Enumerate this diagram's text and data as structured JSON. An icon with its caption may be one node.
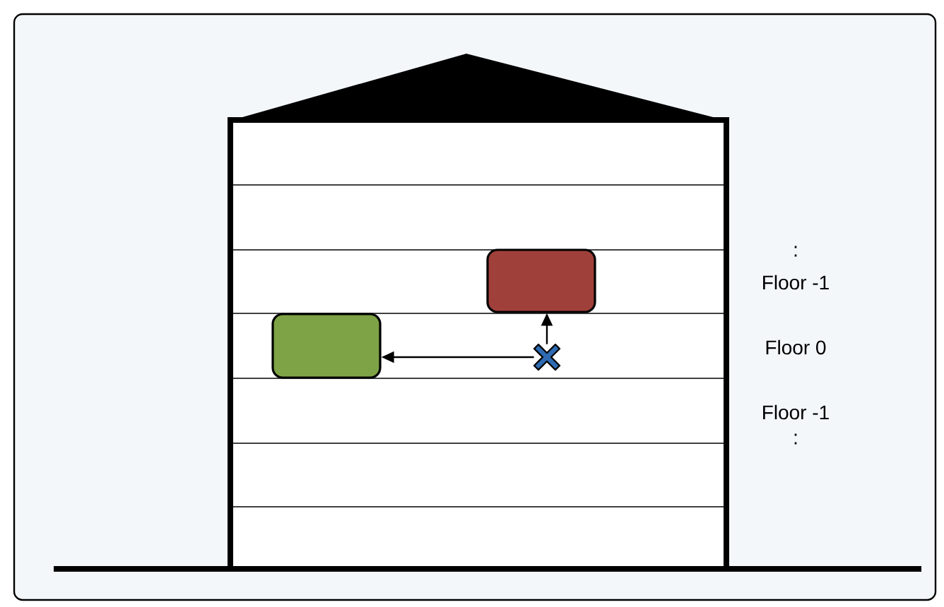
{
  "diagram": {
    "nodes": [
      {
        "text": [],
        "shape": "box"
      },
      {
        "text": [],
        "shape": "box"
      },
      {
        "text": [],
        "shape": "cross"
      }
    ],
    "edges": [
      {
        "from": 2,
        "to": 1,
        "arrow": "to"
      },
      {
        "from": 2,
        "to": 0,
        "arrow": "to"
      }
    ],
    "labels": [
      ":",
      "Floor -1",
      "Floor 0",
      "Floor -1",
      ":"
    ]
  }
}
